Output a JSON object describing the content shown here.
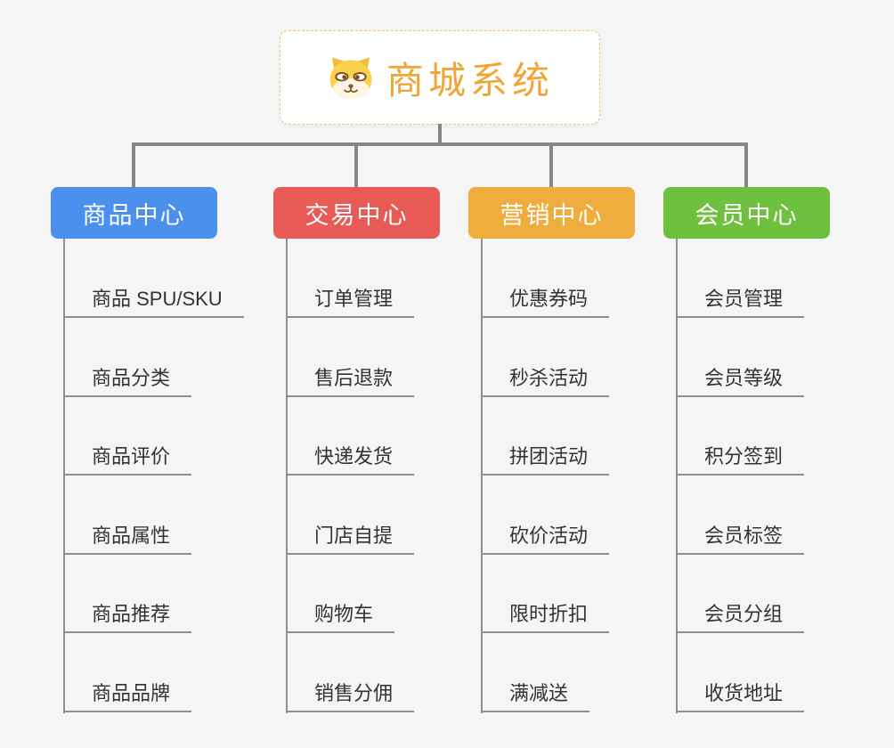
{
  "root": {
    "title": "商城系统",
    "icon": "dog-face-icon",
    "accent_color": "#f0a636",
    "border_color": "#f2c078"
  },
  "connector_color": "#868686",
  "branches": [
    {
      "label": "商品中心",
      "color": "#4a90ec",
      "children": [
        "商品 SPU/SKU",
        "商品分类",
        "商品评价",
        "商品属性",
        "商品推荐",
        "商品品牌"
      ]
    },
    {
      "label": "交易中心",
      "color": "#e85a55",
      "children": [
        "订单管理",
        "售后退款",
        "快递发货",
        "门店自提",
        "购物车",
        "销售分佣"
      ]
    },
    {
      "label": "营销中心",
      "color": "#eead3d",
      "children": [
        "优惠券码",
        "秒杀活动",
        "拼团活动",
        "砍价活动",
        "限时折扣",
        "满减送"
      ]
    },
    {
      "label": "会员中心",
      "color": "#70c040",
      "children": [
        "会员管理",
        "会员等级",
        "积分签到",
        "会员标签",
        "会员分组",
        "收货地址"
      ]
    }
  ]
}
